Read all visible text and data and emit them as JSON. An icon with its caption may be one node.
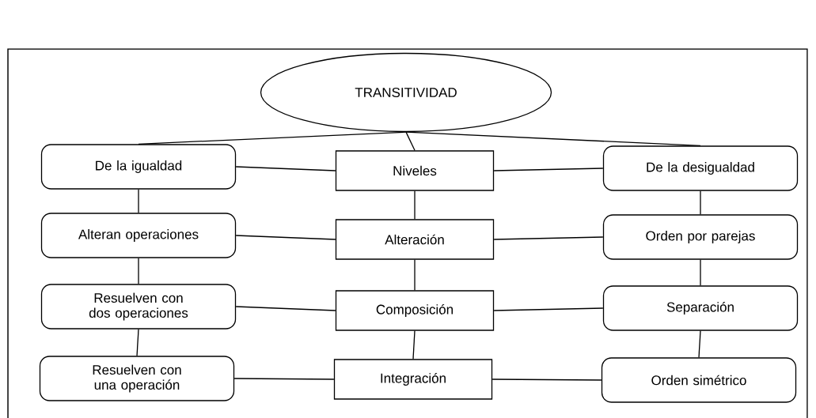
{
  "diagram": {
    "nodes": [
      {
        "text": [
          "TRANSITIVIDAD"
        ]
      },
      {
        "text": [
          "De la igualdad"
        ]
      },
      {
        "text": [
          "Niveles"
        ]
      },
      {
        "text": [
          "De la desigualdad"
        ]
      },
      {
        "text": [
          "Alteran operaciones"
        ]
      },
      {
        "text": [
          "Alteración"
        ]
      },
      {
        "text": [
          "Orden por parejas"
        ]
      },
      {
        "text": [
          "Resuelven con dos operaciones"
        ]
      },
      {
        "text": [
          "Composición"
        ]
      },
      {
        "text": [
          "Separación"
        ]
      },
      {
        "text": [
          "Resuelven con una operación"
        ]
      },
      {
        "text": [
          "Integración"
        ]
      },
      {
        "text": [
          "Orden simétrico"
        ]
      }
    ],
    "edges": [
      {
        "from": 0,
        "to": 1,
        "arrow": "none"
      },
      {
        "from": 0,
        "to": 2,
        "arrow": "none"
      },
      {
        "from": 0,
        "to": 3,
        "arrow": "none"
      },
      {
        "from": 1,
        "to": 2,
        "arrow": "none"
      },
      {
        "from": 2,
        "to": 3,
        "arrow": "none"
      },
      {
        "from": 1,
        "to": 4,
        "arrow": "none"
      },
      {
        "from": 2,
        "to": 5,
        "arrow": "none"
      },
      {
        "from": 3,
        "to": 6,
        "arrow": "none"
      },
      {
        "from": 4,
        "to": 5,
        "arrow": "none"
      },
      {
        "from": 5,
        "to": 6,
        "arrow": "none"
      },
      {
        "from": 4,
        "to": 7,
        "arrow": "none"
      },
      {
        "from": 5,
        "to": 8,
        "arrow": "none"
      },
      {
        "from": 6,
        "to": 9,
        "arrow": "none"
      },
      {
        "from": 7,
        "to": 8,
        "arrow": "none"
      },
      {
        "from": 8,
        "to": 9,
        "arrow": "none"
      },
      {
        "from": 7,
        "to": 10,
        "arrow": "none"
      },
      {
        "from": 8,
        "to": 11,
        "arrow": "none"
      },
      {
        "from": 9,
        "to": 12,
        "arrow": "none"
      },
      {
        "from": 10,
        "to": 11,
        "arrow": "none"
      },
      {
        "from": 11,
        "to": 12,
        "arrow": "none"
      }
    ]
  }
}
